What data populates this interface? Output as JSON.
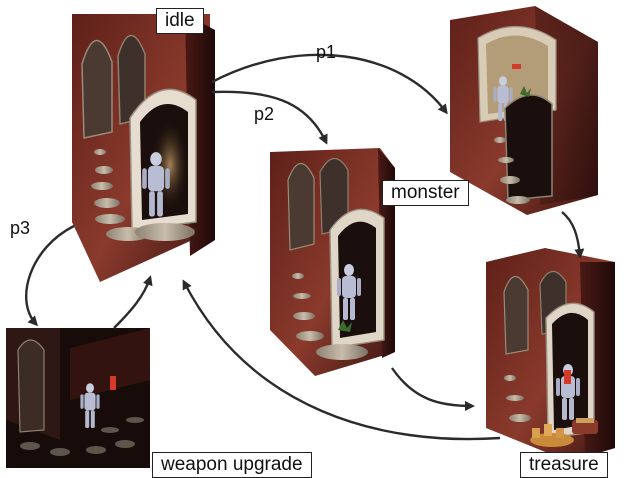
{
  "states": {
    "idle": "idle",
    "monster": "monster",
    "treasure": "treasure",
    "weapon_upgrade": "weapon upgrade"
  },
  "edges": {
    "p1": "p1",
    "p2": "p2",
    "p3": "p3"
  },
  "colors": {
    "wall_red": "#7a2d24",
    "wall_dark": "#3a1512",
    "stone": "#b9ad9c",
    "armor": "#c9cde0",
    "arrow": "#2b2b2b"
  }
}
